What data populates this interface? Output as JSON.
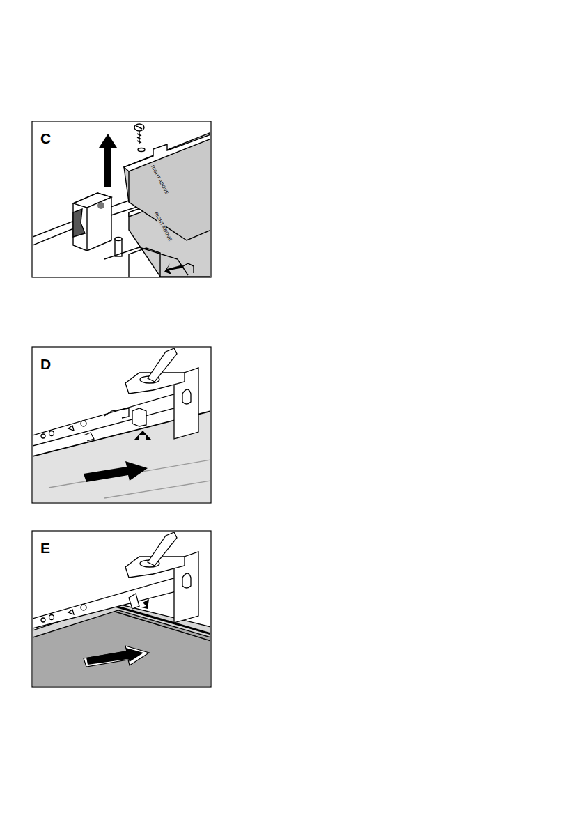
{
  "diagram": {
    "labels": [
      "C",
      "RIGHT ABOVE",
      "RIGHT ABOVE",
      "D",
      "E"
    ]
  }
}
